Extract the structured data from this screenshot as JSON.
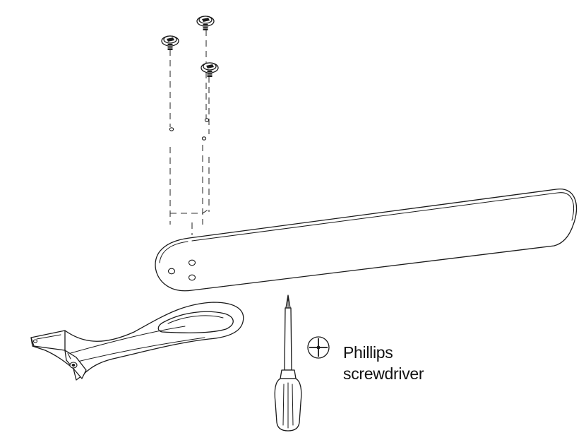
{
  "tool": {
    "label_line1": "Phillips",
    "label_line2": "screwdriver",
    "icon": "phillips-head-icon"
  },
  "parts": {
    "screw_count": 3,
    "icon": "screw-icon"
  },
  "colors": {
    "line": "#1a1a1a",
    "background": "#ffffff"
  }
}
